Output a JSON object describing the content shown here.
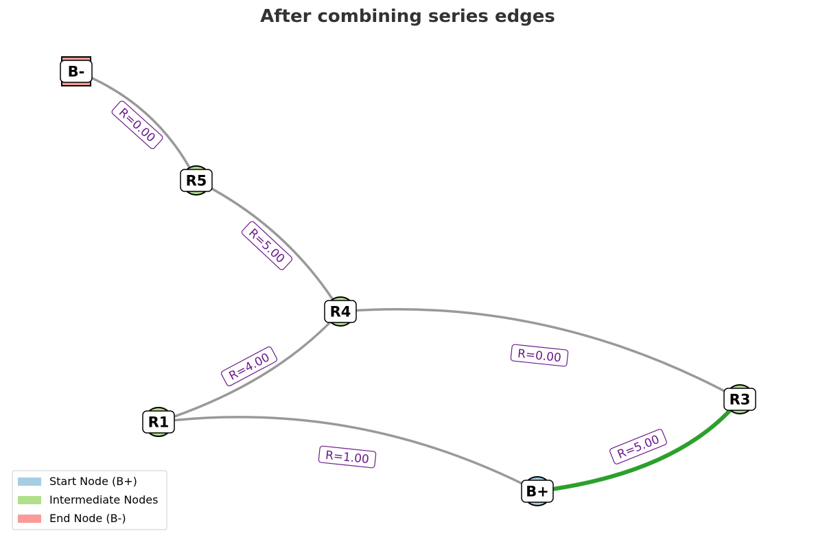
{
  "title": "After combining series edges",
  "colors": {
    "start": "#a6cee3",
    "intermediate": "#b2df8a",
    "end": "#fb9a99",
    "edge": "#999999",
    "highlight_edge": "#2ca02c",
    "edge_label": "#6a1b8a"
  },
  "nodes": [
    {
      "id": "B-",
      "label": "B-",
      "role": "end",
      "shape": "square"
    },
    {
      "id": "R5",
      "label": "R5",
      "role": "intermediate",
      "shape": "circle"
    },
    {
      "id": "R4",
      "label": "R4",
      "role": "intermediate",
      "shape": "circle"
    },
    {
      "id": "R1",
      "label": "R1",
      "role": "intermediate",
      "shape": "circle"
    },
    {
      "id": "R3",
      "label": "R3",
      "role": "intermediate",
      "shape": "circle"
    },
    {
      "id": "B+",
      "label": "B+",
      "role": "start",
      "shape": "circle"
    }
  ],
  "edges": [
    {
      "from": "B-",
      "to": "R5",
      "label": "R=0.00",
      "highlight": false
    },
    {
      "from": "R5",
      "to": "R4",
      "label": "R=5.00",
      "highlight": false
    },
    {
      "from": "R4",
      "to": "R1",
      "label": "R=4.00",
      "highlight": false
    },
    {
      "from": "R4",
      "to": "R3",
      "label": "R=0.00",
      "highlight": false
    },
    {
      "from": "R1",
      "to": "B+",
      "label": "R=1.00",
      "highlight": false
    },
    {
      "from": "B+",
      "to": "R3",
      "label": "R=5.00",
      "highlight": true
    }
  ],
  "legend": {
    "items": [
      {
        "label": "Start Node (B+)",
        "role": "start"
      },
      {
        "label": "Intermediate Nodes",
        "role": "intermediate"
      },
      {
        "label": "End Node (B-)",
        "role": "end"
      }
    ]
  }
}
